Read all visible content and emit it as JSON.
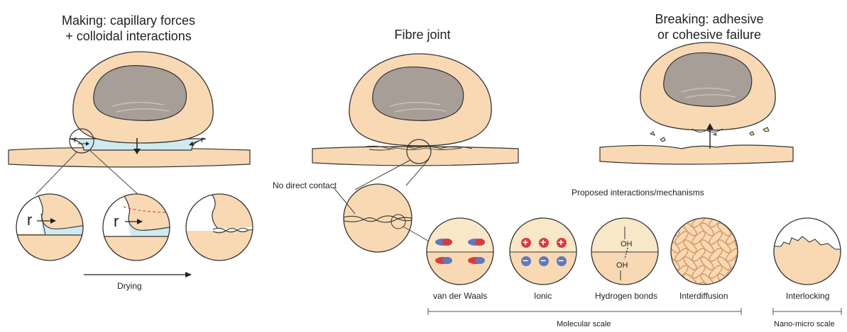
{
  "headings": {
    "making_line1": "Making: capillary forces",
    "making_line2": "+ colloidal interactions",
    "joint": "Fibre joint",
    "breaking_line1": "Breaking: adhesive",
    "breaking_line2": "or cohesive failure"
  },
  "labels": {
    "r": "r",
    "drying": "Drying",
    "no_contact": "No direct contact",
    "proposed": "Proposed interactions/mechanisms",
    "oh": "OH",
    "plus": "+",
    "minus": "−"
  },
  "mechanisms": [
    "van der Waals",
    "Ionic",
    "Hydrogen bonds",
    "Interdiffusion",
    "Interlocking"
  ],
  "scales": {
    "molecular": "Molecular scale",
    "nano_micro": "Nano-micro scale"
  },
  "colors": {
    "fibre": "#f8d9b3",
    "lumen": "#a89e98",
    "water": "#cfeaf0",
    "outline": "#333333",
    "dashed": "#d05050",
    "pos_charge": "#d73c3c",
    "neg_charge": "#6277c0"
  }
}
